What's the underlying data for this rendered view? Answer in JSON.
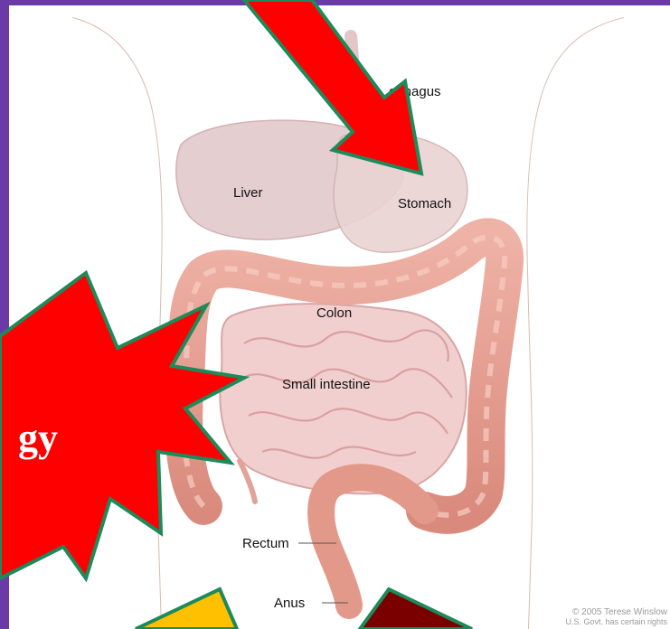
{
  "labels": {
    "esophagus": "ophagus",
    "liver": "Liver",
    "stomach": "Stomach",
    "colon": "Colon",
    "small_intestine": "Small intestine",
    "rectum": "Rectum",
    "anus": "Anus"
  },
  "burst_text": "gy",
  "credit": {
    "line1": "© 2005 Terese Winslow",
    "line2": "U.S. Govt. has certain rights"
  },
  "colors": {
    "frame": "#6b3aa8",
    "arrow_red": "#ff0000",
    "arrow_outline": "#1d8a5a",
    "burst_red": "#ff0000",
    "yellow_box": "#ffc000",
    "dark_red_box": "#7a0000",
    "skin": "#f3e3da",
    "colon": "#e49b8e"
  }
}
